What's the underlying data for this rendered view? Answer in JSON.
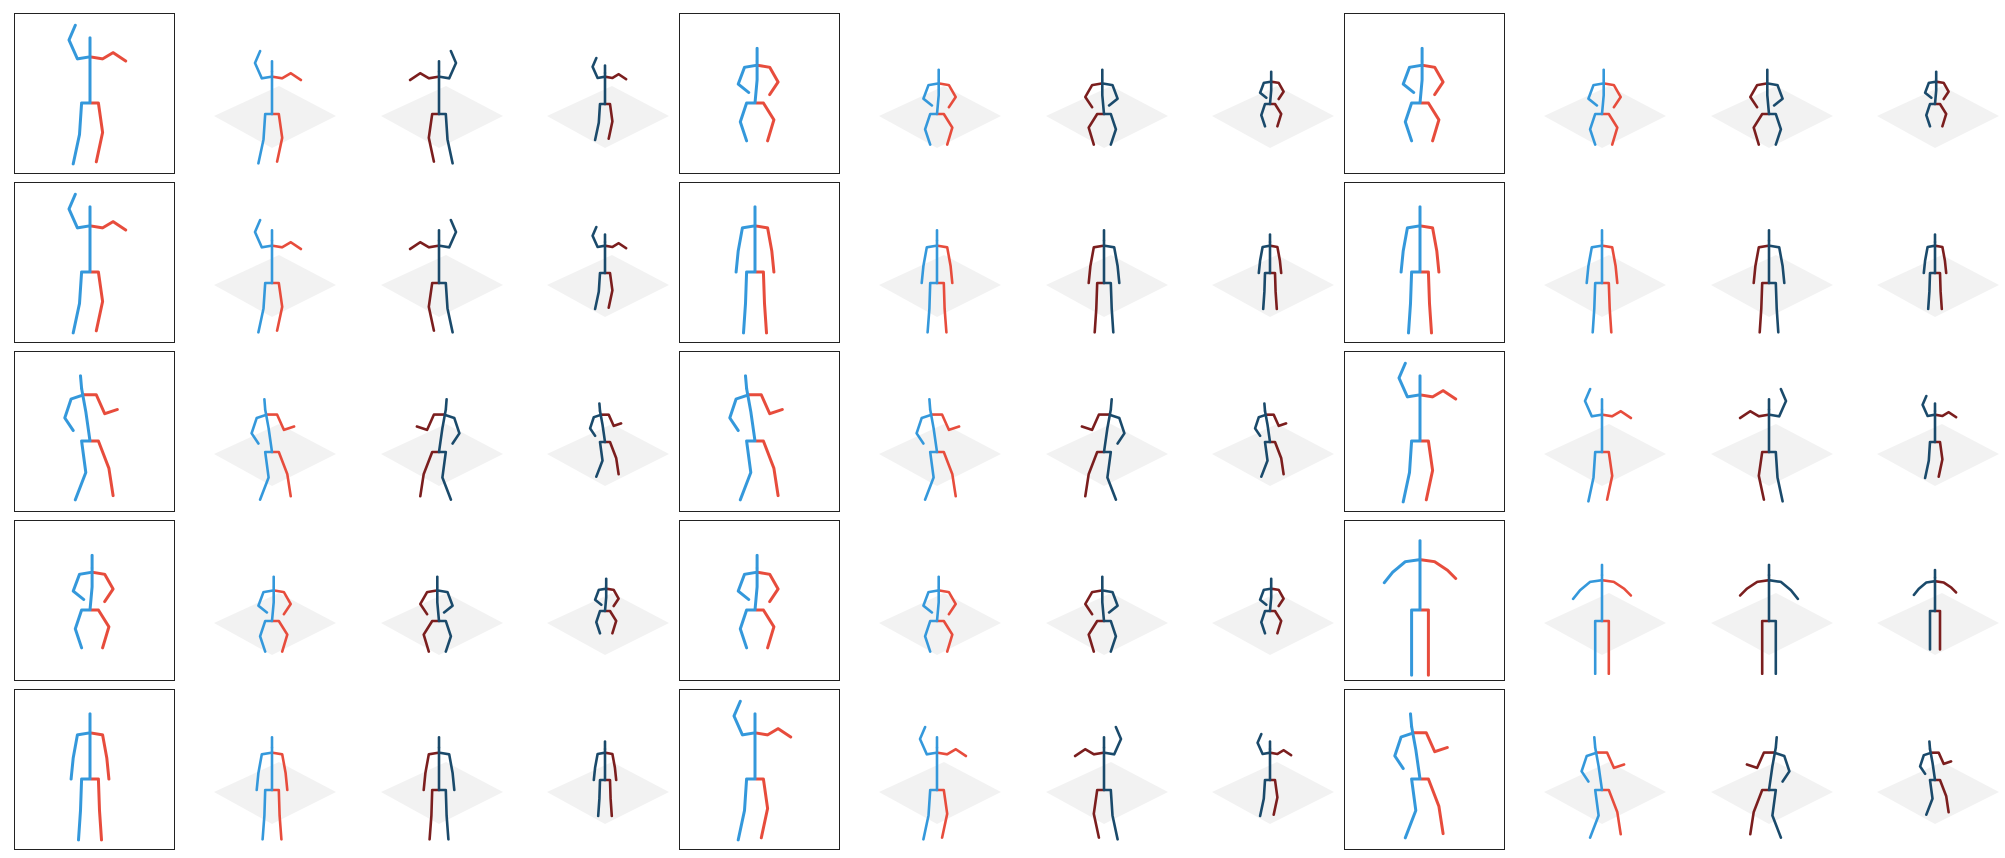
{
  "colors": {
    "left": "#3498db",
    "right": "#e74c3c",
    "left_dark": "#1a4a6b",
    "right_dark": "#7b1e1e",
    "box_border": "#222222",
    "floor": "#f2f2f2"
  },
  "layout": {
    "rows": 5,
    "groups": 3,
    "views_per_group": 3
  }
}
